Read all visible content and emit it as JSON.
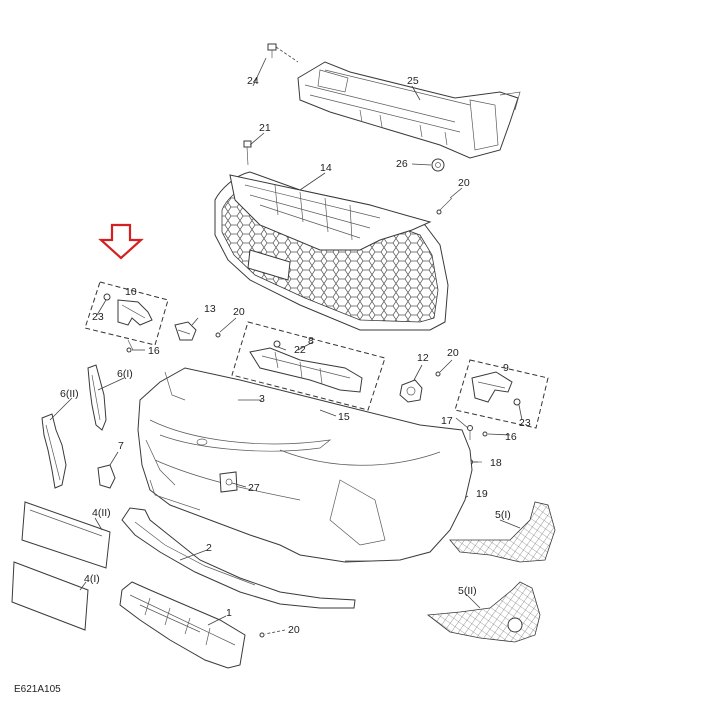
{
  "diagram": {
    "code": "E621A105",
    "arrow_color": "#d42020",
    "accent_green": "#3fae3f",
    "callouts": {
      "c1": "1",
      "c2": "2",
      "c3": "3",
      "c4_i": "4(I)",
      "c4_ii": "4(II)",
      "c5_i": "5(I)",
      "c5_ii": "5(II)",
      "c6_i": "6(I)",
      "c6_ii": "6(II)",
      "c7": "7",
      "c8": "8",
      "c9": "9",
      "c10": "10",
      "c12": "12",
      "c13": "13",
      "c14": "14",
      "c15": "15",
      "c16_a": "16",
      "c16_b": "16",
      "c17": "17",
      "c18": "18",
      "c19": "19",
      "c20_a": "20",
      "c20_b": "20",
      "c20_c": "20",
      "c20_d": "20",
      "c21": "21",
      "c22": "22",
      "c23_a": "23",
      "c23_b": "23",
      "c24": "24",
      "c25": "25",
      "c26": "26",
      "c27": "27"
    }
  }
}
